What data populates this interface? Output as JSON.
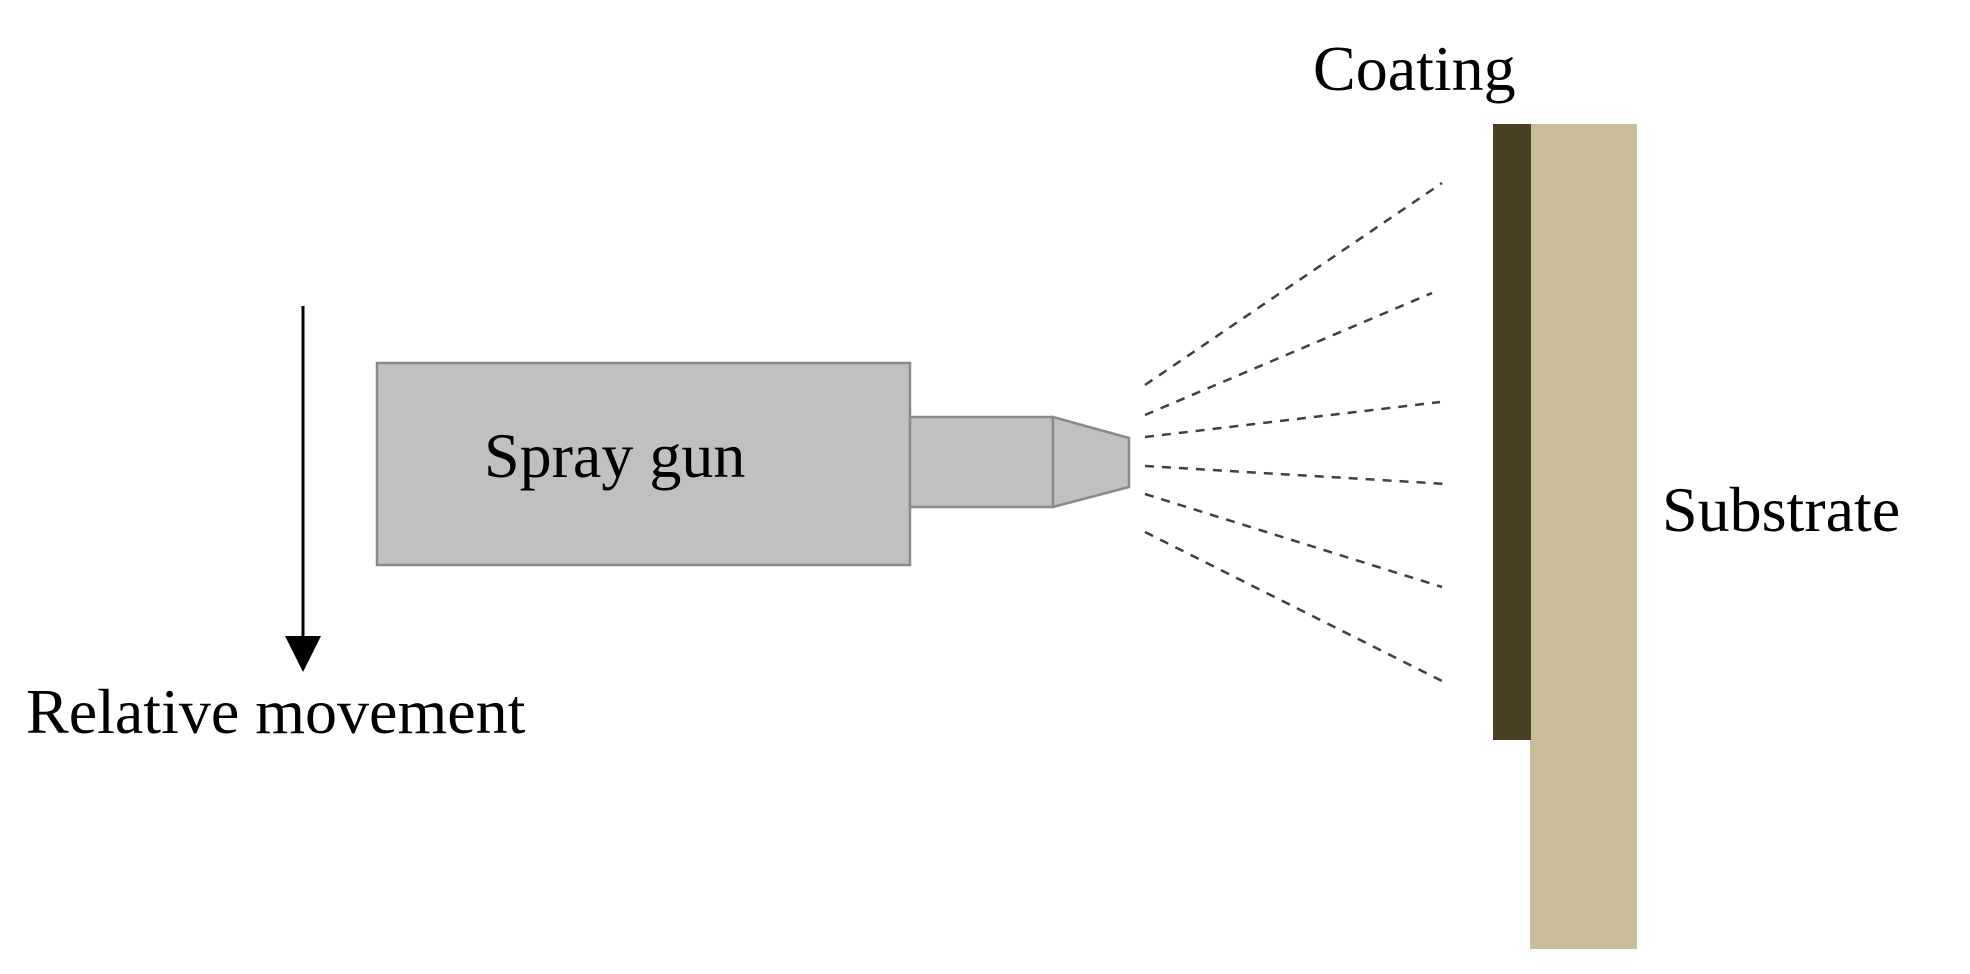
{
  "labels": {
    "spray_gun": "Spray gun",
    "coating": "Coating",
    "substrate": "Substrate",
    "relative_movement": "Relative movement"
  },
  "colors": {
    "gun_body": "#c0c0c0",
    "gun_outline": "#8a8a8a",
    "coating": "#4a4024",
    "substrate": "#c8bd98",
    "spray_lines": "#404040",
    "arrow": "#000000"
  }
}
